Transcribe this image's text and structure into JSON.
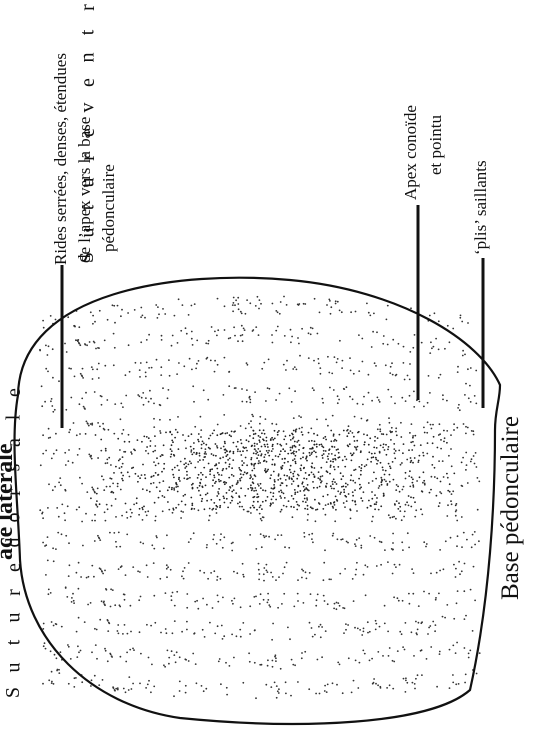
{
  "labels": {
    "apex_line1": "Apex conoïde",
    "apex_line2": "et pointu",
    "rides_line1": "Rides serrées, denses, étendues",
    "rides_line2": "de l’apex vers la base",
    "rides_line3": "pédonculaire",
    "plis": "‘plis’ saillants",
    "base": "Base pédonculaire",
    "suture_ventrale": "Suture ventrale",
    "suture_dorsale": "Suture dorsale",
    "cut_title": "ace latérale"
  },
  "colors": {
    "ink": "#111111",
    "paper": "#ffffff"
  }
}
